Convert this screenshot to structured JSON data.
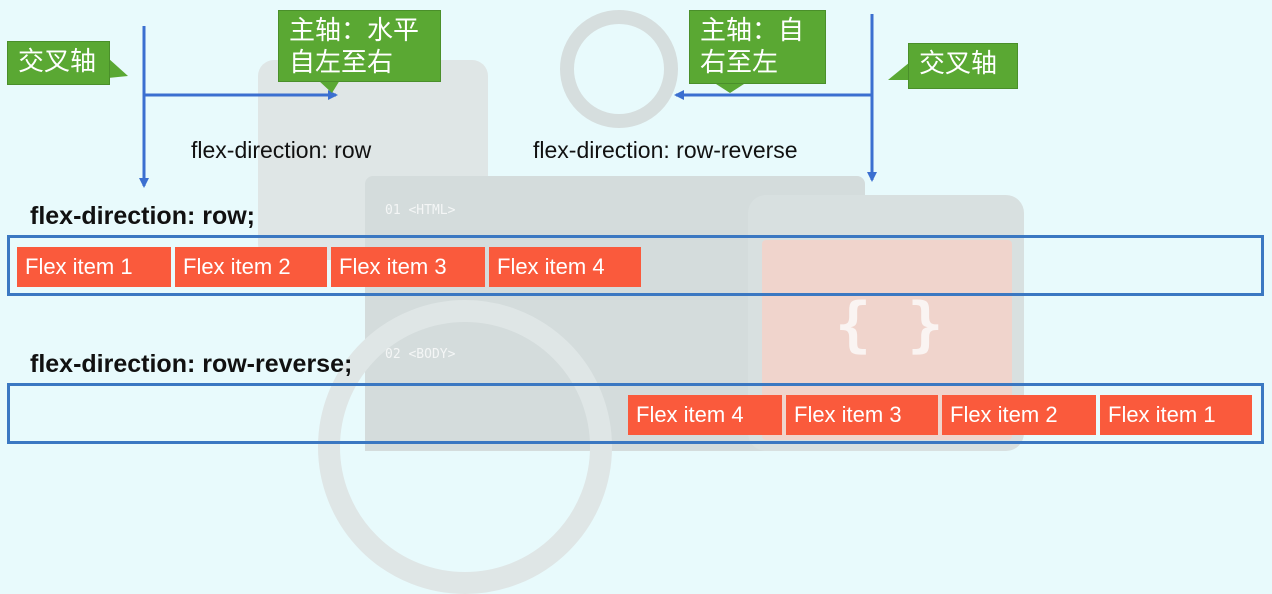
{
  "callouts": {
    "cross_axis_left": "交叉轴",
    "main_axis_ltr_line1": "主轴：水平",
    "main_axis_ltr_line2": "自左至右",
    "main_axis_rtl_line1": "主轴：自",
    "main_axis_rtl_line2": "右至左",
    "cross_axis_right": "交叉轴"
  },
  "labels": {
    "row": "flex-direction: row",
    "row_reverse": "flex-direction: row-reverse"
  },
  "sections": [
    {
      "heading": "flex-direction: row;",
      "items": [
        "Flex item 1",
        "Flex item 2",
        "Flex item 3",
        "Flex item 4"
      ]
    },
    {
      "heading": "flex-direction: row-reverse;",
      "items": [
        "Flex item 4",
        "Flex item 3",
        "Flex item 2",
        "Flex item 1"
      ]
    }
  ],
  "background_code": {
    "line1": "01 <HTML>",
    "line2": "02 <BODY>",
    "brace": "{ }"
  },
  "colors": {
    "callout": "#5aa833",
    "item": "#fa5a3c",
    "arrow": "#3b6fd0",
    "container_border": "#3b78c2"
  }
}
